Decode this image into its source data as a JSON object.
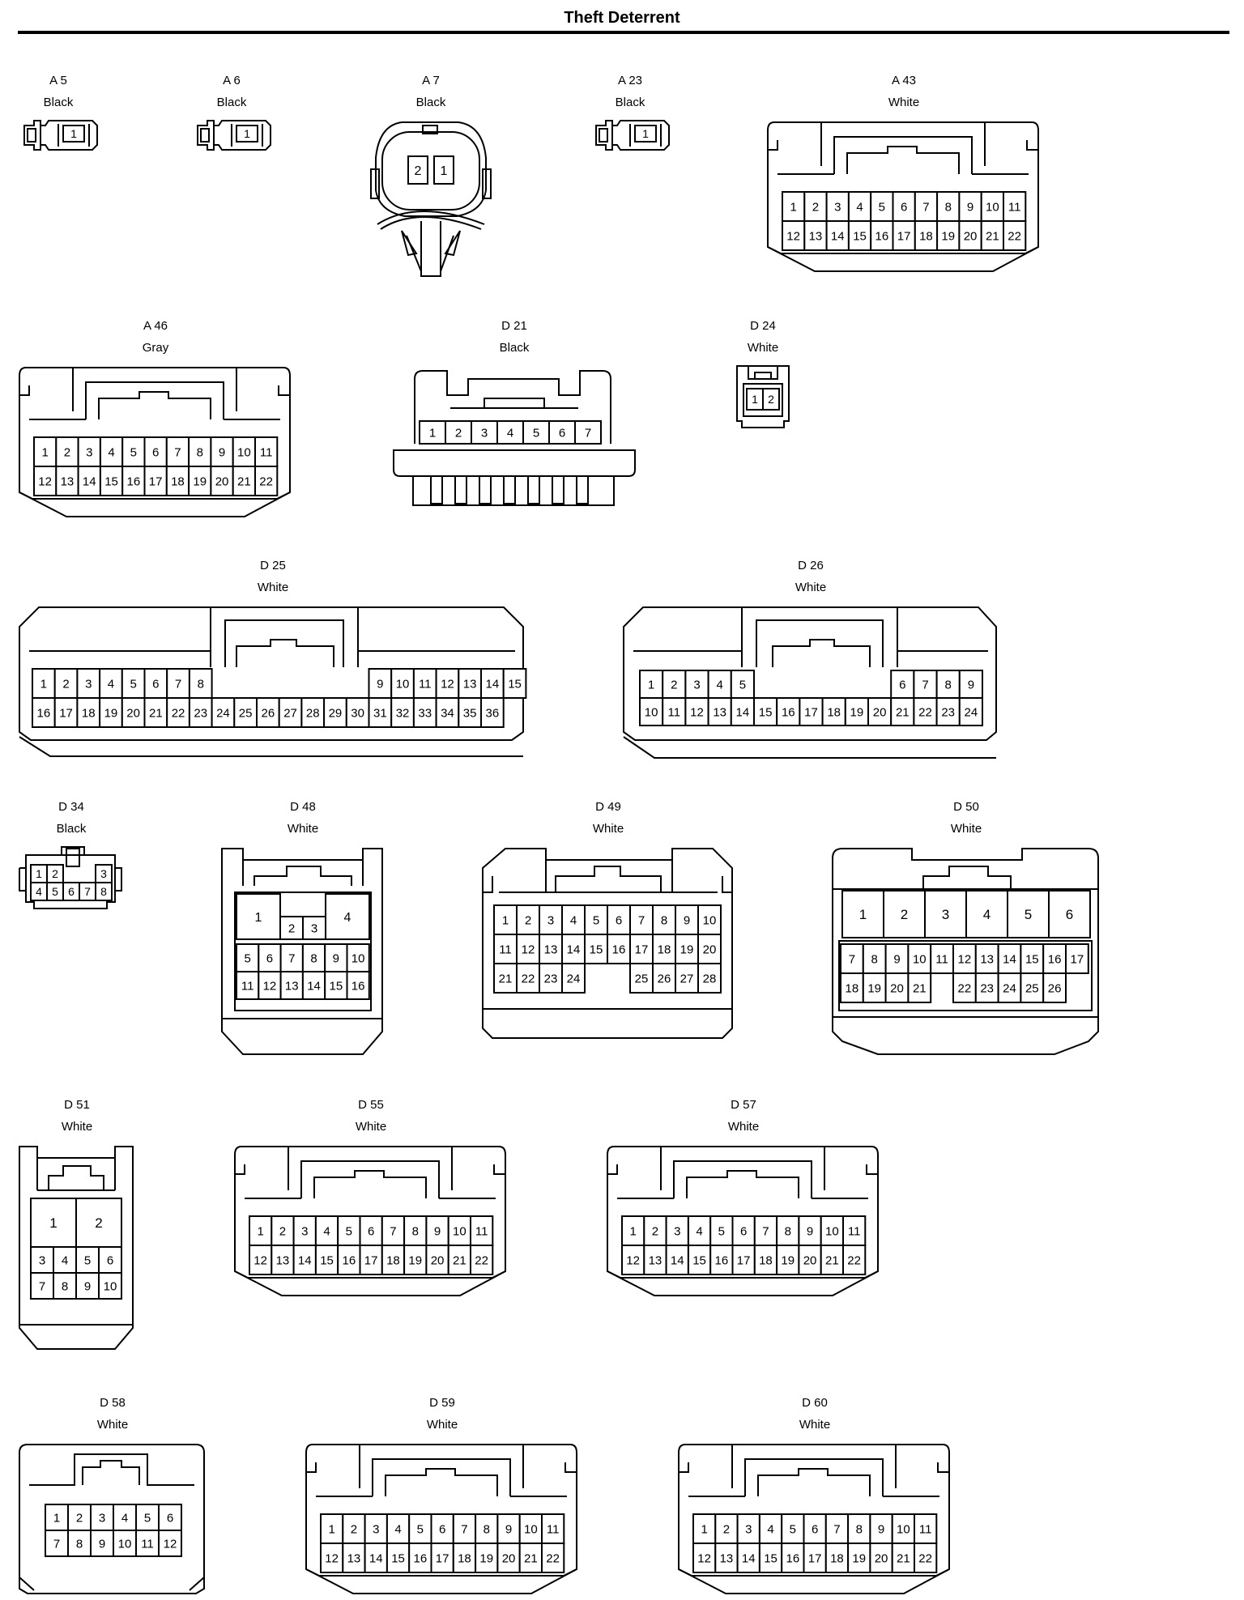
{
  "title": "Theft Deterrent",
  "connectors": {
    "A5": {
      "id": "A 5",
      "color": "Black"
    },
    "A6": {
      "id": "A 6",
      "color": "Black"
    },
    "A7": {
      "id": "A 7",
      "color": "Black"
    },
    "A23": {
      "id": "A 23",
      "color": "Black"
    },
    "A43": {
      "id": "A 43",
      "color": "White"
    },
    "A46": {
      "id": "A 46",
      "color": "Gray"
    },
    "D21": {
      "id": "D 21",
      "color": "Black"
    },
    "D24": {
      "id": "D 24",
      "color": "White"
    },
    "D25": {
      "id": "D 25",
      "color": "White"
    },
    "D26": {
      "id": "D 26",
      "color": "White"
    },
    "D34": {
      "id": "D 34",
      "color": "Black"
    },
    "D48": {
      "id": "D 48",
      "color": "White"
    },
    "D49": {
      "id": "D 49",
      "color": "White"
    },
    "D50": {
      "id": "D 50",
      "color": "White"
    },
    "D51": {
      "id": "D 51",
      "color": "White"
    },
    "D55": {
      "id": "D 55",
      "color": "White"
    },
    "D57": {
      "id": "D 57",
      "color": "White"
    },
    "D58": {
      "id": "D 58",
      "color": "White"
    },
    "D59": {
      "id": "D 59",
      "color": "White"
    },
    "D60": {
      "id": "D 60",
      "color": "White"
    }
  },
  "pins": {
    "A5": [
      [
        "1"
      ]
    ],
    "A6": [
      [
        "1"
      ]
    ],
    "A7": [
      [
        "2",
        "1"
      ]
    ],
    "A23": [
      [
        "1"
      ]
    ],
    "A43": [
      [
        "1",
        "2",
        "3",
        "4",
        "5",
        "6",
        "7",
        "8",
        "9",
        "10",
        "11"
      ],
      [
        "12",
        "13",
        "14",
        "15",
        "16",
        "17",
        "18",
        "19",
        "20",
        "21",
        "22"
      ]
    ],
    "A46": [
      [
        "1",
        "2",
        "3",
        "4",
        "5",
        "6",
        "7",
        "8",
        "9",
        "10",
        "11"
      ],
      [
        "12",
        "13",
        "14",
        "15",
        "16",
        "17",
        "18",
        "19",
        "20",
        "21",
        "22"
      ]
    ],
    "D21": [
      [
        "1",
        "2",
        "3",
        "4",
        "5",
        "6",
        "7"
      ]
    ],
    "D24": [
      [
        "1",
        "2"
      ]
    ],
    "D25": [
      [
        "1",
        "2",
        "3",
        "4",
        "5",
        "6",
        "7",
        "8",
        "",
        "",
        "",
        "",
        "",
        "",
        "",
        "9",
        "10",
        "11",
        "12",
        "13",
        "14",
        "15"
      ],
      [
        "16",
        "17",
        "18",
        "19",
        "20",
        "21",
        "22",
        "23",
        "24",
        "25",
        "26",
        "27",
        "28",
        "29",
        "30",
        "31",
        "32",
        "33",
        "34",
        "35",
        "36"
      ]
    ],
    "D26": [
      [
        "1",
        "2",
        "3",
        "4",
        "5",
        "",
        "",
        "",
        "",
        "",
        "",
        "6",
        "7",
        "8",
        "9"
      ],
      [
        "10",
        "11",
        "12",
        "13",
        "14",
        "15",
        "16",
        "17",
        "18",
        "19",
        "20",
        "21",
        "22",
        "23",
        "24"
      ]
    ],
    "D34": [
      [
        "1",
        "2",
        "",
        "",
        "3"
      ],
      [
        "4",
        "5",
        "6",
        "7",
        "8"
      ]
    ],
    "D48": {
      "big": [
        "1",
        "4"
      ],
      "mid": [
        "2",
        "3"
      ],
      "rows": [
        [
          "5",
          "6",
          "7",
          "8",
          "9",
          "10"
        ],
        [
          "11",
          "12",
          "13",
          "14",
          "15",
          "16"
        ]
      ]
    },
    "D49": [
      [
        "1",
        "2",
        "3",
        "4",
        "5",
        "6",
        "7",
        "8",
        "9",
        "10"
      ],
      [
        "11",
        "12",
        "13",
        "14",
        "15",
        "16",
        "17",
        "18",
        "19",
        "20"
      ],
      [
        "21",
        "22",
        "23",
        "24",
        "",
        "",
        "25",
        "26",
        "27",
        "28"
      ]
    ],
    "D50": {
      "big": [
        "1",
        "2",
        "3",
        "4",
        "5",
        "6"
      ],
      "rows": [
        [
          "7",
          "8",
          "9",
          "10",
          "11",
          "12",
          "13",
          "14",
          "15",
          "16",
          "17"
        ],
        [
          "18",
          "19",
          "20",
          "21",
          "",
          "22",
          "23",
          "24",
          "25",
          "26"
        ]
      ]
    },
    "D51": {
      "big": [
        "1",
        "2"
      ],
      "rows": [
        [
          "3",
          "4",
          "5",
          "6"
        ],
        [
          "7",
          "8",
          "9",
          "10"
        ]
      ]
    },
    "D55": [
      [
        "1",
        "2",
        "3",
        "4",
        "5",
        "6",
        "7",
        "8",
        "9",
        "10",
        "11"
      ],
      [
        "12",
        "13",
        "14",
        "15",
        "16",
        "17",
        "18",
        "19",
        "20",
        "21",
        "22"
      ]
    ],
    "D57": [
      [
        "1",
        "2",
        "3",
        "4",
        "5",
        "6",
        "7",
        "8",
        "9",
        "10",
        "11"
      ],
      [
        "12",
        "13",
        "14",
        "15",
        "16",
        "17",
        "18",
        "19",
        "20",
        "21",
        "22"
      ]
    ],
    "D58": [
      [
        "1",
        "2",
        "3",
        "4",
        "5",
        "6"
      ],
      [
        "7",
        "8",
        "9",
        "10",
        "11",
        "12"
      ]
    ],
    "D59": [
      [
        "1",
        "2",
        "3",
        "4",
        "5",
        "6",
        "7",
        "8",
        "9",
        "10",
        "11"
      ],
      [
        "12",
        "13",
        "14",
        "15",
        "16",
        "17",
        "18",
        "19",
        "20",
        "21",
        "22"
      ]
    ],
    "D60": [
      [
        "1",
        "2",
        "3",
        "4",
        "5",
        "6",
        "7",
        "8",
        "9",
        "10",
        "11"
      ],
      [
        "12",
        "13",
        "14",
        "15",
        "16",
        "17",
        "18",
        "19",
        "20",
        "21",
        "22"
      ]
    ]
  }
}
